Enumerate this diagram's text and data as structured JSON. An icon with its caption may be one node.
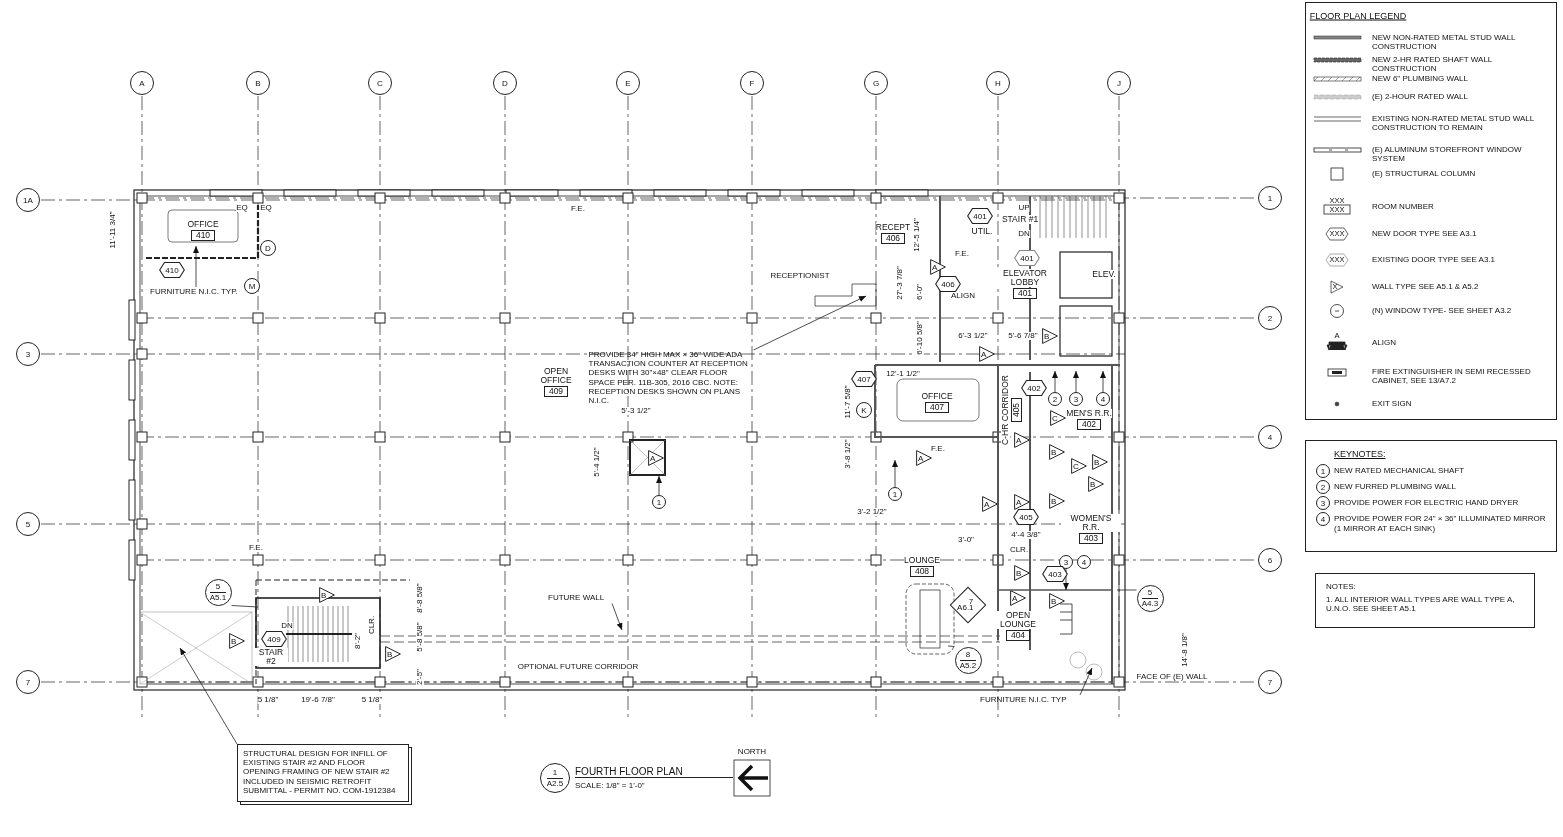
{
  "diagram": {
    "title": "FOURTH FLOOR PLAN",
    "caption": "SCALE: 1/8\" = 1'-0\"",
    "nodes": [
      {
        "text": [
          "A"
        ]
      },
      {
        "text": [
          "B"
        ]
      },
      {
        "text": [
          "C"
        ]
      },
      {
        "text": [
          "D"
        ]
      },
      {
        "text": [
          "E"
        ]
      },
      {
        "text": [
          "F"
        ]
      },
      {
        "text": [
          "G"
        ]
      },
      {
        "text": [
          "H"
        ]
      },
      {
        "text": [
          "J"
        ]
      },
      {
        "text": [
          "1A"
        ]
      },
      {
        "text": [
          "3"
        ]
      },
      {
        "text": [
          "5"
        ]
      },
      {
        "text": [
          "7"
        ]
      },
      {
        "text": [
          "1"
        ]
      },
      {
        "text": [
          "2"
        ]
      },
      {
        "text": [
          "4"
        ]
      },
      {
        "text": [
          "6"
        ]
      },
      {
        "text": [
          "7"
        ]
      },
      {
        "text": [
          "OFFICE",
          "410"
        ]
      },
      {
        "text": [
          "OPEN OFFICE",
          "409"
        ]
      },
      {
        "text": [
          "RECEPT",
          "406"
        ]
      },
      {
        "text": [
          "UTIL."
        ]
      },
      {
        "text": [
          "STAIR #1"
        ],
        "beside": [
          "UP",
          "DN"
        ]
      },
      {
        "text": [
          "ELEVATOR LOBBY",
          "401"
        ]
      },
      {
        "text": [
          "ELEV."
        ]
      },
      {
        "text": [
          "OFFICE",
          "407"
        ]
      },
      {
        "text": [
          "C-HR CORRIDOR",
          "405"
        ]
      },
      {
        "text": [
          "MEN'S R.R.",
          "402"
        ]
      },
      {
        "text": [
          "WOMEN'S R.R.",
          "403"
        ]
      },
      {
        "text": [
          "LOUNGE",
          "408"
        ]
      },
      {
        "text": [
          "OPEN LOUNGE",
          "404"
        ]
      },
      {
        "text": [
          "STAIR #2"
        ]
      },
      {
        "text": [
          "410"
        ]
      },
      {
        "text": [
          "401"
        ]
      },
      {
        "text": [
          "406"
        ]
      },
      {
        "text": [
          "401"
        ]
      },
      {
        "text": [
          "407"
        ]
      },
      {
        "text": [
          "402"
        ]
      },
      {
        "text": [
          "405"
        ]
      },
      {
        "text": [
          "403"
        ]
      },
      {
        "text": [
          "409"
        ]
      },
      {
        "text": [
          "5",
          "A5.1"
        ]
      },
      {
        "text": [
          "7",
          "A6.1"
        ]
      },
      {
        "text": [
          "8",
          "A5.2"
        ]
      },
      {
        "text": [
          "5",
          "A4.3"
        ]
      },
      {
        "text": [
          "1",
          "A2.5"
        ]
      },
      {
        "text": [
          "D"
        ]
      },
      {
        "text": [
          "M"
        ]
      },
      {
        "text": [
          "K"
        ]
      },
      {
        "text": [
          "1"
        ]
      },
      {
        "text": [
          "1"
        ]
      },
      {
        "text": [
          "2"
        ]
      },
      {
        "text": [
          "3"
        ]
      },
      {
        "text": [
          "4"
        ]
      },
      {
        "text": [
          "3"
        ]
      },
      {
        "text": [
          "4"
        ]
      },
      {
        "text": [
          "A"
        ]
      },
      {
        "text": [
          "A"
        ]
      },
      {
        "text": [
          "A"
        ]
      },
      {
        "text": [
          "B"
        ]
      },
      {
        "text": [
          "A"
        ]
      },
      {
        "text": [
          "A"
        ]
      },
      {
        "text": [
          "C"
        ]
      },
      {
        "text": [
          "B"
        ]
      },
      {
        "text": [
          "C"
        ]
      },
      {
        "text": [
          "B"
        ]
      },
      {
        "text": [
          "B"
        ]
      },
      {
        "text": [
          "A"
        ]
      },
      {
        "text": [
          "A"
        ]
      },
      {
        "text": [
          "B"
        ]
      },
      {
        "text": [
          "B"
        ]
      },
      {
        "text": [
          "A"
        ]
      },
      {
        "text": [
          "B"
        ]
      },
      {
        "text": [
          "B"
        ]
      },
      {
        "text": [
          "B"
        ]
      },
      {
        "text": [
          "B"
        ]
      },
      {
        "text": [
          "FURNITURE N.I.C. TYP."
        ]
      },
      {
        "text": [
          "PROVIDE 34\" HIGH MAX × 36\" WIDE ADA TRANSACTION COUNTER AT RECEPTION DESKS WITH 30\"×48\" CLEAR FLOOR SPACE PER. 11B-305, 2016 CBC. NOTE: RECEPTION DESKS SHOWN ON PLANS N.I.C."
        ]
      },
      {
        "text": [
          "FUTURE WALL"
        ]
      },
      {
        "text": [
          "FURNITURE N.I.C. TYP"
        ]
      },
      {
        "text": [
          "STRUCTURAL DESIGN FOR INFILL OF EXISTING STAIR #2 AND FLOOR OPENING FRAMING OF NEW STAIR #2 INCLUDED IN SEISMIC RETROFIT SUBMITTAL - PERMIT NO. COM-1912384"
        ]
      },
      {
        "text": [
          "KEYNOTES:",
          "NEW RATED MECHANICAL SHAFT",
          "NEW FURRED PLUMBING WALL",
          "PROVIDE POWER FOR ELECTRIC HAND DRYER",
          "PROVIDE POWER FOR 24\" × 36\" ILLUMINATED MIRROR (1 MIRROR AT EACH SINK)"
        ]
      },
      {
        "text": [
          "1"
        ],
        "in": 81
      },
      {
        "text": [
          "2"
        ],
        "in": 81
      },
      {
        "text": [
          "3"
        ],
        "in": 81
      },
      {
        "text": [
          "4"
        ],
        "in": 81
      },
      {
        "text": [
          "NOTES:",
          "1. ALL INTERIOR WALL TYPES ARE WALL TYPE A, U.N.O. SEE SHEET A5.1"
        ]
      }
    ],
    "edges": [
      {
        "from": 76,
        "to": 18,
        "arrow": "to"
      },
      {
        "from": 77,
        "to": null,
        "arrow": "to"
      },
      {
        "from": 78,
        "to": null,
        "arrow": "to"
      },
      {
        "from": 79,
        "to": null,
        "arrow": "to"
      },
      {
        "from": 80,
        "to": null,
        "arrow": "to"
      },
      {
        "from": 41,
        "to": null,
        "arrow": "none"
      },
      {
        "from": 44,
        "to": null,
        "arrow": "none"
      },
      {
        "from": 43,
        "to": null,
        "arrow": "none"
      },
      {
        "from": 49,
        "to": null,
        "arrow": "to"
      },
      {
        "from": 50,
        "to": null,
        "arrow": "to"
      },
      {
        "from": 51,
        "to": null,
        "arrow": "to"
      },
      {
        "from": 52,
        "to": null,
        "arrow": "to"
      },
      {
        "from": 53,
        "to": null,
        "arrow": "to"
      },
      {
        "from": 54,
        "to": null,
        "arrow": "to"
      }
    ],
    "labels": [
      "FLOOR PLAN LEGEND",
      "XXX",
      "XXX",
      "XXX",
      "XXX",
      "X",
      "A",
      "EQ",
      "EQ",
      "11'-11 3/4\"",
      "RECEPTIONIST",
      "5'-3 1/2\"",
      "5'-4 1/2\"",
      "12'-5 1/4\"",
      "27'-3 7/8\"",
      "6'-0\"",
      "6'-10 5/8\"",
      "ALIGN",
      "6'-3 1/2\"",
      "5'-6 7/8\"",
      "12'-1 1/2\"",
      "11'-7 5/8\"",
      "3'-8 1/2\"",
      "F.E.",
      "3'-2 1/2\"",
      "3'-0\"",
      "4'-4 3/8\"",
      "CLR.",
      "F.E.",
      "F.E.",
      "OPTIONAL FUTURE CORRIDOR",
      "F.E.",
      "8'-8 5/8\"",
      "DN",
      "8'-2\"",
      "CLR.",
      "5'-8 5/8\"",
      "2'-5\"",
      "14'-8 1/8\"",
      "FACE OF (E) WALL",
      "5 1/8\"",
      "19'-6 7/8\"",
      "5 1/8\"",
      "NORTH"
    ],
    "legend": [
      {
        "text": "NEW NON-RATED METAL STUD WALL CONSTRUCTION"
      },
      {
        "text": "NEW 2-HR RATED SHAFT WALL CONSTRUCTION"
      },
      {
        "text": "NEW 6\" PLUMBING WALL"
      },
      {
        "text": "(E) 2-HOUR RATED WALL"
      },
      {
        "text": "EXISTING NON-RATED METAL STUD WALL CONSTRUCTION TO REMAIN"
      },
      {
        "text": "(E) ALUMINUM STOREFRONT WINDOW SYSTEM"
      },
      {
        "text": "(E) STRUCTURAL COLUMN"
      },
      {
        "text": "ROOM NUMBER"
      },
      {
        "text": "NEW DOOR TYPE SEE A3.1"
      },
      {
        "text": "EXISTING DOOR TYPE SEE A3.1"
      },
      {
        "text": "WALL TYPE SEE A5.1 & A5.2"
      },
      {
        "text": "(N) WINDOW TYPE- SEE SHEET A3.2"
      },
      {
        "text": "ALIGN"
      },
      {
        "text": "FIRE EXTINGUISHER IN SEMI RECESSED CABINET, SEE 13/A7.2"
      },
      {
        "text": "EXIT SIGN"
      }
    ]
  }
}
